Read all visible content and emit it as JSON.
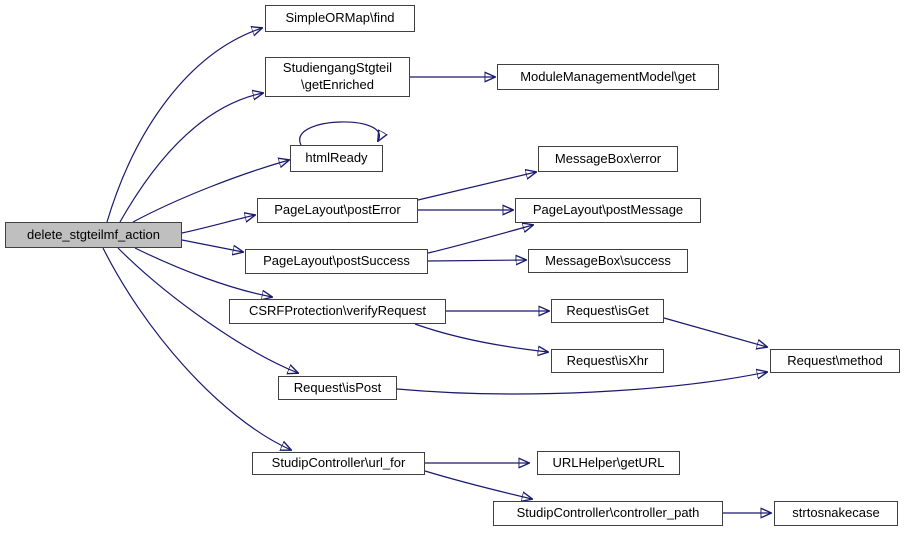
{
  "diagram": {
    "type": "call-graph",
    "focus_node": "delete_stgteilmf_action",
    "colors": {
      "background": "#ffffff",
      "edge": "#191970",
      "node_border": "#404040",
      "node_fill": "#ffffff",
      "focus_node_fill": "#bfbfbf",
      "text": "#000000"
    },
    "nodes": [
      {
        "id": "delete_stgteilmf_action",
        "label": "delete_stgteilmf_action"
      },
      {
        "id": "simpleormap_find",
        "label": "SimpleORMap\\find"
      },
      {
        "id": "studiengangstgteil_getenriched",
        "label": "StudiengangStgteil\\getEnriched",
        "lines": [
          "StudiengangStgteil",
          "\\getEnriched"
        ]
      },
      {
        "id": "modulemanagementmodel_get",
        "label": "ModuleManagementModel\\get"
      },
      {
        "id": "htmlready",
        "label": "htmlReady"
      },
      {
        "id": "messagebox_error",
        "label": "MessageBox\\error"
      },
      {
        "id": "pagelayout_posterror",
        "label": "PageLayout\\postError"
      },
      {
        "id": "pagelayout_postmessage",
        "label": "PageLayout\\postMessage"
      },
      {
        "id": "pagelayout_postsuccess",
        "label": "PageLayout\\postSuccess"
      },
      {
        "id": "messagebox_success",
        "label": "MessageBox\\success"
      },
      {
        "id": "csrfprotection_verifyrequest",
        "label": "CSRFProtection\\verifyRequest"
      },
      {
        "id": "request_isget",
        "label": "Request\\isGet"
      },
      {
        "id": "request_isxhr",
        "label": "Request\\isXhr"
      },
      {
        "id": "request_method",
        "label": "Request\\method"
      },
      {
        "id": "request_ispost",
        "label": "Request\\isPost"
      },
      {
        "id": "studipcontroller_url_for",
        "label": "StudipController\\url_for"
      },
      {
        "id": "urlhelper_geturl",
        "label": "URLHelper\\getURL"
      },
      {
        "id": "studipcontroller_controller_path",
        "label": "StudipController\\controller_path"
      },
      {
        "id": "strtosnakecase",
        "label": "strtosnakecase"
      }
    ],
    "edges": [
      {
        "from": "delete_stgteilmf_action",
        "to": "SimpleORMap\\find"
      },
      {
        "from": "delete_stgteilmf_action",
        "to": "StudiengangStgteil\\getEnriched"
      },
      {
        "from": "delete_stgteilmf_action",
        "to": "htmlReady"
      },
      {
        "from": "delete_stgteilmf_action",
        "to": "PageLayout\\postError"
      },
      {
        "from": "delete_stgteilmf_action",
        "to": "PageLayout\\postSuccess"
      },
      {
        "from": "delete_stgteilmf_action",
        "to": "CSRFProtection\\verifyRequest"
      },
      {
        "from": "delete_stgteilmf_action",
        "to": "Request\\isPost"
      },
      {
        "from": "delete_stgteilmf_action",
        "to": "StudipController\\url_for"
      },
      {
        "from": "StudiengangStgteil\\getEnriched",
        "to": "ModuleManagementModel\\get"
      },
      {
        "from": "htmlReady",
        "to": "htmlReady"
      },
      {
        "from": "PageLayout\\postError",
        "to": "MessageBox\\error"
      },
      {
        "from": "PageLayout\\postError",
        "to": "PageLayout\\postMessage"
      },
      {
        "from": "PageLayout\\postSuccess",
        "to": "PageLayout\\postMessage"
      },
      {
        "from": "PageLayout\\postSuccess",
        "to": "MessageBox\\success"
      },
      {
        "from": "CSRFProtection\\verifyRequest",
        "to": "Request\\isGet"
      },
      {
        "from": "CSRFProtection\\verifyRequest",
        "to": "Request\\isXhr"
      },
      {
        "from": "Request\\isGet",
        "to": "Request\\method"
      },
      {
        "from": "Request\\isPost",
        "to": "Request\\method"
      },
      {
        "from": "StudipController\\url_for",
        "to": "URLHelper\\getURL"
      },
      {
        "from": "StudipController\\url_for",
        "to": "StudipController\\controller_path"
      },
      {
        "from": "StudipController\\controller_path",
        "to": "strtosnakecase"
      }
    ]
  }
}
